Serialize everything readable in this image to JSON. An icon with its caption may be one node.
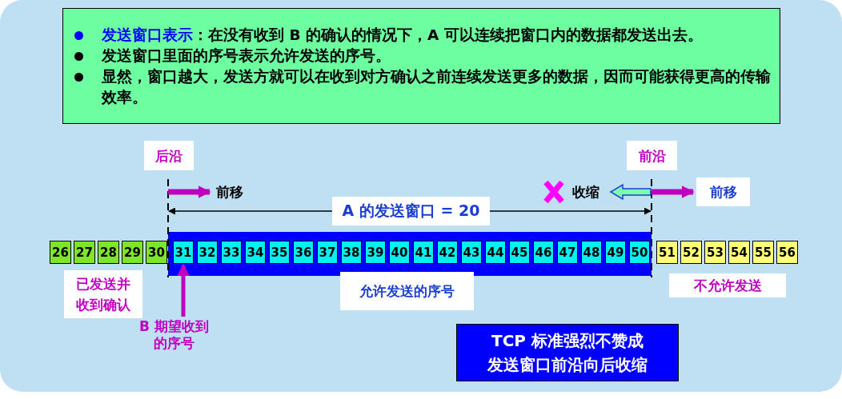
{
  "diagram": {
    "nodes": [
      {
        "text": [
          "**发送窗口表示**：在没有收到 B 的确认的情况下，A 可以连续把窗口内的数据都发送出去。",
          "发送窗口里面的序号表示允许发送的序号。",
          "显然，窗口越大，发送方就可以在收到对方确认之前连续发送更多的数据，因而可能获得更高的传输效率。"
        ]
      },
      {
        "text": [
          "后沿"
        ]
      },
      {
        "text": [
          "前沿"
        ]
      },
      {
        "text": [
          "A 的**发送窗口** = 20"
        ]
      },
      {
        "text": [
          "前移"
        ]
      },
      {
        "text": [],
        "shape": "bar"
      },
      {
        "text": [
          "26"
        ]
      },
      {
        "text": [
          "27"
        ]
      },
      {
        "text": [
          "28"
        ]
      },
      {
        "text": [
          "29"
        ]
      },
      {
        "text": [
          "30"
        ]
      },
      {
        "text": [
          "31"
        ],
        "in": 5
      },
      {
        "text": [
          "32"
        ],
        "in": 5
      },
      {
        "text": [
          "33"
        ],
        "in": 5
      },
      {
        "text": [
          "34"
        ],
        "in": 5
      },
      {
        "text": [
          "35"
        ],
        "in": 5
      },
      {
        "text": [
          "36"
        ],
        "in": 5
      },
      {
        "text": [
          "37"
        ],
        "in": 5
      },
      {
        "text": [
          "38"
        ],
        "in": 5
      },
      {
        "text": [
          "39"
        ],
        "in": 5
      },
      {
        "text": [
          "40"
        ],
        "in": 5
      },
      {
        "text": [
          "41"
        ],
        "in": 5
      },
      {
        "text": [
          "42"
        ],
        "in": 5
      },
      {
        "text": [
          "43"
        ],
        "in": 5
      },
      {
        "text": [
          "44"
        ],
        "in": 5
      },
      {
        "text": [
          "45"
        ],
        "in": 5
      },
      {
        "text": [
          "46"
        ],
        "in": 5
      },
      {
        "text": [
          "47"
        ],
        "in": 5
      },
      {
        "text": [
          "48"
        ],
        "in": 5
      },
      {
        "text": [
          "49"
        ],
        "in": 5
      },
      {
        "text": [
          "50"
        ],
        "in": 5
      },
      {
        "text": [
          "51"
        ]
      },
      {
        "text": [
          "52"
        ]
      },
      {
        "text": [
          "53"
        ]
      },
      {
        "text": [
          "54"
        ]
      },
      {
        "text": [
          "55"
        ]
      },
      {
        "text": [
          "56"
        ]
      },
      {
        "text": [
          "已发送并收到确认"
        ]
      },
      {
        "text": [
          "允许发送的序号"
        ]
      },
      {
        "text": [
          "不允许发送"
        ]
      },
      {
        "text": [
          "B 期望收到的序号"
        ]
      },
      {
        "text": [
          "TCP 标准强烈不赞成发送窗口前沿向后收缩"
        ]
      }
    ],
    "edges": [
      {
        "from": 40,
        "to": 11,
        "arrow": "to"
      }
    ],
    "labels": [
      "前移",
      "收缩"
    ]
  }
}
